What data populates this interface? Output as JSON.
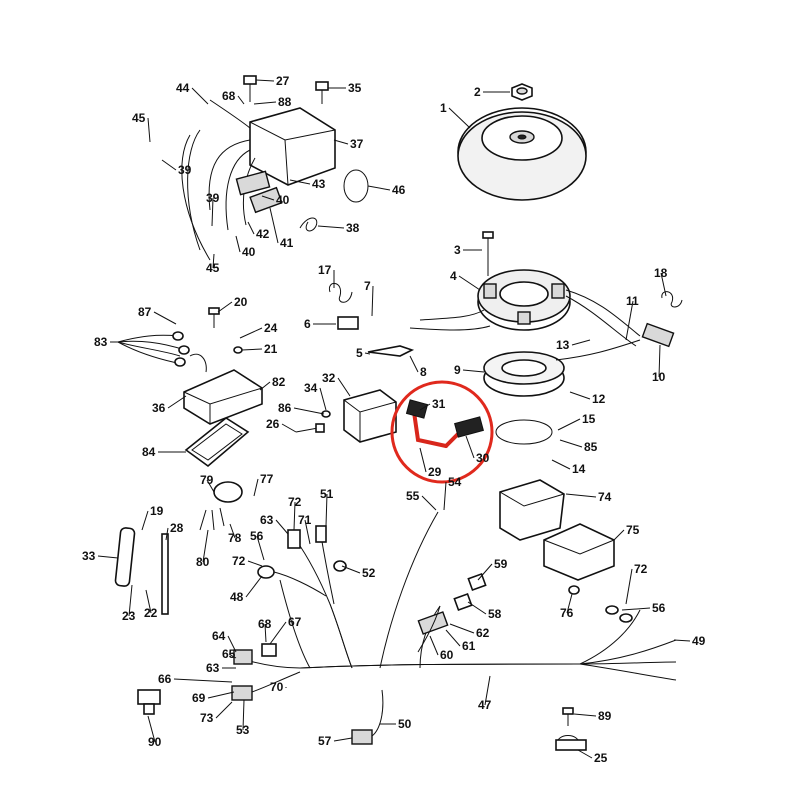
{
  "diagram": {
    "highlight_color": "#e0291d",
    "wire_highlight_color": "#d8261b",
    "labels": [
      {
        "id": "1",
        "text": "1"
      },
      {
        "id": "2",
        "text": "2"
      },
      {
        "id": "3",
        "text": "3"
      },
      {
        "id": "4",
        "text": "4"
      },
      {
        "id": "5",
        "text": "5"
      },
      {
        "id": "6",
        "text": "6"
      },
      {
        "id": "7",
        "text": "7"
      },
      {
        "id": "8",
        "text": "8"
      },
      {
        "id": "9",
        "text": "9"
      },
      {
        "id": "10",
        "text": "10"
      },
      {
        "id": "11",
        "text": "11"
      },
      {
        "id": "12",
        "text": "12"
      },
      {
        "id": "13",
        "text": "13"
      },
      {
        "id": "14",
        "text": "14"
      },
      {
        "id": "15",
        "text": "15"
      },
      {
        "id": "17",
        "text": "17"
      },
      {
        "id": "18",
        "text": "18"
      },
      {
        "id": "19",
        "text": "19"
      },
      {
        "id": "20",
        "text": "20"
      },
      {
        "id": "21",
        "text": "21"
      },
      {
        "id": "22",
        "text": "22"
      },
      {
        "id": "23",
        "text": "23"
      },
      {
        "id": "24",
        "text": "24"
      },
      {
        "id": "25",
        "text": "25"
      },
      {
        "id": "26",
        "text": "26"
      },
      {
        "id": "27",
        "text": "27"
      },
      {
        "id": "28",
        "text": "28"
      },
      {
        "id": "29",
        "text": "29"
      },
      {
        "id": "30",
        "text": "30"
      },
      {
        "id": "31",
        "text": "31"
      },
      {
        "id": "32",
        "text": "32"
      },
      {
        "id": "33",
        "text": "33"
      },
      {
        "id": "34",
        "text": "34"
      },
      {
        "id": "35",
        "text": "35"
      },
      {
        "id": "36",
        "text": "36"
      },
      {
        "id": "37",
        "text": "37"
      },
      {
        "id": "38",
        "text": "38"
      },
      {
        "id": "39a",
        "text": "39"
      },
      {
        "id": "39b",
        "text": "39"
      },
      {
        "id": "40a",
        "text": "40"
      },
      {
        "id": "40b",
        "text": "40"
      },
      {
        "id": "41",
        "text": "41"
      },
      {
        "id": "42",
        "text": "42"
      },
      {
        "id": "43",
        "text": "43"
      },
      {
        "id": "44",
        "text": "44"
      },
      {
        "id": "45a",
        "text": "45"
      },
      {
        "id": "45b",
        "text": "45"
      },
      {
        "id": "46",
        "text": "46"
      },
      {
        "id": "47",
        "text": "47"
      },
      {
        "id": "48",
        "text": "48"
      },
      {
        "id": "49",
        "text": "49"
      },
      {
        "id": "50",
        "text": "50"
      },
      {
        "id": "51",
        "text": "51"
      },
      {
        "id": "52",
        "text": "52"
      },
      {
        "id": "53",
        "text": "53"
      },
      {
        "id": "54",
        "text": "54"
      },
      {
        "id": "55",
        "text": "55"
      },
      {
        "id": "56a",
        "text": "56"
      },
      {
        "id": "56b",
        "text": "56"
      },
      {
        "id": "57",
        "text": "57"
      },
      {
        "id": "58",
        "text": "58"
      },
      {
        "id": "59",
        "text": "59"
      },
      {
        "id": "60",
        "text": "60"
      },
      {
        "id": "61",
        "text": "61"
      },
      {
        "id": "62",
        "text": "62"
      },
      {
        "id": "63a",
        "text": "63"
      },
      {
        "id": "63b",
        "text": "63"
      },
      {
        "id": "64",
        "text": "64"
      },
      {
        "id": "65",
        "text": "65"
      },
      {
        "id": "66",
        "text": "66"
      },
      {
        "id": "67",
        "text": "67"
      },
      {
        "id": "68a",
        "text": "68"
      },
      {
        "id": "68b",
        "text": "68"
      },
      {
        "id": "69",
        "text": "69"
      },
      {
        "id": "70",
        "text": "70"
      },
      {
        "id": "71",
        "text": "71"
      },
      {
        "id": "72a",
        "text": "72"
      },
      {
        "id": "72b",
        "text": "72"
      },
      {
        "id": "72c",
        "text": "72"
      },
      {
        "id": "73",
        "text": "73"
      },
      {
        "id": "74",
        "text": "74"
      },
      {
        "id": "75",
        "text": "75"
      },
      {
        "id": "76",
        "text": "76"
      },
      {
        "id": "77",
        "text": "77"
      },
      {
        "id": "78",
        "text": "78"
      },
      {
        "id": "79",
        "text": "79"
      },
      {
        "id": "80",
        "text": "80"
      },
      {
        "id": "82",
        "text": "82"
      },
      {
        "id": "83",
        "text": "83"
      },
      {
        "id": "84",
        "text": "84"
      },
      {
        "id": "85",
        "text": "85"
      },
      {
        "id": "86",
        "text": "86"
      },
      {
        "id": "87",
        "text": "87"
      },
      {
        "id": "88",
        "text": "88"
      },
      {
        "id": "89",
        "text": "89"
      },
      {
        "id": "90",
        "text": "90"
      }
    ]
  }
}
